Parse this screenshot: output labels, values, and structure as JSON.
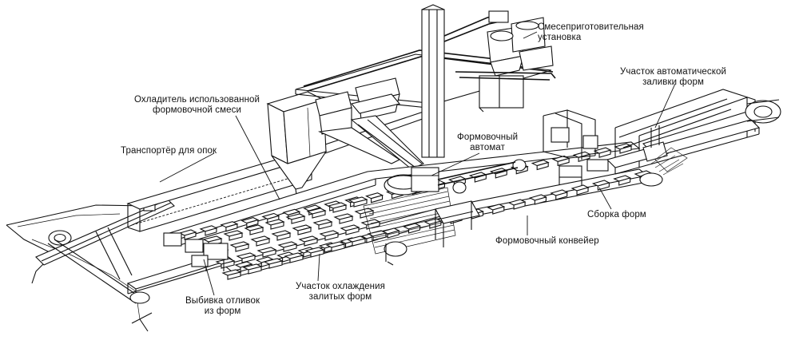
{
  "labels": {
    "mixer": [
      "Смесеприготовительная",
      "установка"
    ],
    "auto_pour": [
      "Участок автоматической",
      "заливки форм"
    ],
    "cooler": [
      "Охладитель использованной",
      "формовочной смеси"
    ],
    "molding_machine": [
      "Формовочный",
      "автомат"
    ],
    "flask_conveyor": [
      "Транспортёр для опок"
    ],
    "mold_assembly": [
      "Сборка форм"
    ],
    "molding_conveyor": [
      "Формовочный конвейер"
    ],
    "cooling_section": [
      "Участок охлаждения",
      "залитых форм"
    ],
    "knockout": [
      "Выбивка отливок",
      "из форм"
    ]
  }
}
